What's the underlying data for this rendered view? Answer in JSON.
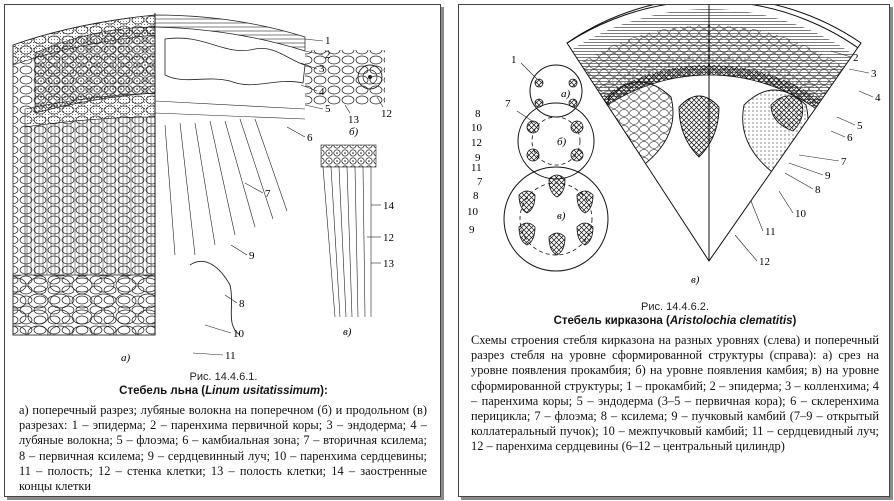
{
  "left": {
    "figure_number": "Рис. 14.4.6.1.",
    "title_prefix": "Стебель льна (",
    "title_latin": "Linum usitatissimum",
    "title_suffix": "):",
    "labels": [
      "1",
      "2",
      "3",
      "4",
      "5",
      "6",
      "7",
      "9",
      "8",
      "10",
      "11",
      "13",
      "12",
      "14",
      "12",
      "13"
    ],
    "sublabels": [
      "а)",
      "б)",
      "в)"
    ],
    "description": "а) поперечный разрез; лубяные волокна на поперечном (б) и продольном (в) разрезах: 1 – эпидерма; 2 – паренхима первичной коры; 3 – эндодерма; 4 – лубяные волокна; 5 – флоэма; 6 – камбиальная зона; 7 – вторичная ксилема; 8 – первичная ксилема; 9 – сердцевинный луч; 10 – паренхима сердцевины; 11 – полость; 12 – стенка клетки; 13 – полость клетки; 14 – заостренные концы клетки"
  },
  "right": {
    "figure_number": "Рис. 14.4.6.2.",
    "title_prefix": "Стебель кирказона (",
    "title_latin": "Aristolochia clematitis",
    "title_suffix": ")",
    "labels_left": [
      "1",
      "7",
      "8",
      "10",
      "12",
      "9",
      "11",
      "7",
      "8",
      "10",
      "9"
    ],
    "labels_right": [
      "2",
      "3",
      "4",
      "5",
      "6",
      "7",
      "9",
      "8",
      "10",
      "11",
      "12"
    ],
    "sublabels": [
      "а)",
      "б)",
      "в)",
      "в)"
    ],
    "description": "Схемы строения стебля кирказона на разных уровнях (слева) и поперечный разрез стебля на уровне сформированной структуры (справа): а) срез на уровне появления прокамбия; б) на уровне появления камбия; в) на уровне сформированной структуры; 1 – прокамбий; 2 – эпидерма; 3 – колленхима; 4 – паренхима коры; 5 – эндодерма (3–5 – первичная кора); 6 – склеренхима перицикла; 7 – флоэма; 8 – ксилема; 9 – пучковый камбий (7–9 – открытый коллатеральный пучок); 10 – межпучковый камбий; 11 – сердцевидный луч; 12 – паренхима сердцевины (6–12 – центральный цилиндр)"
  }
}
